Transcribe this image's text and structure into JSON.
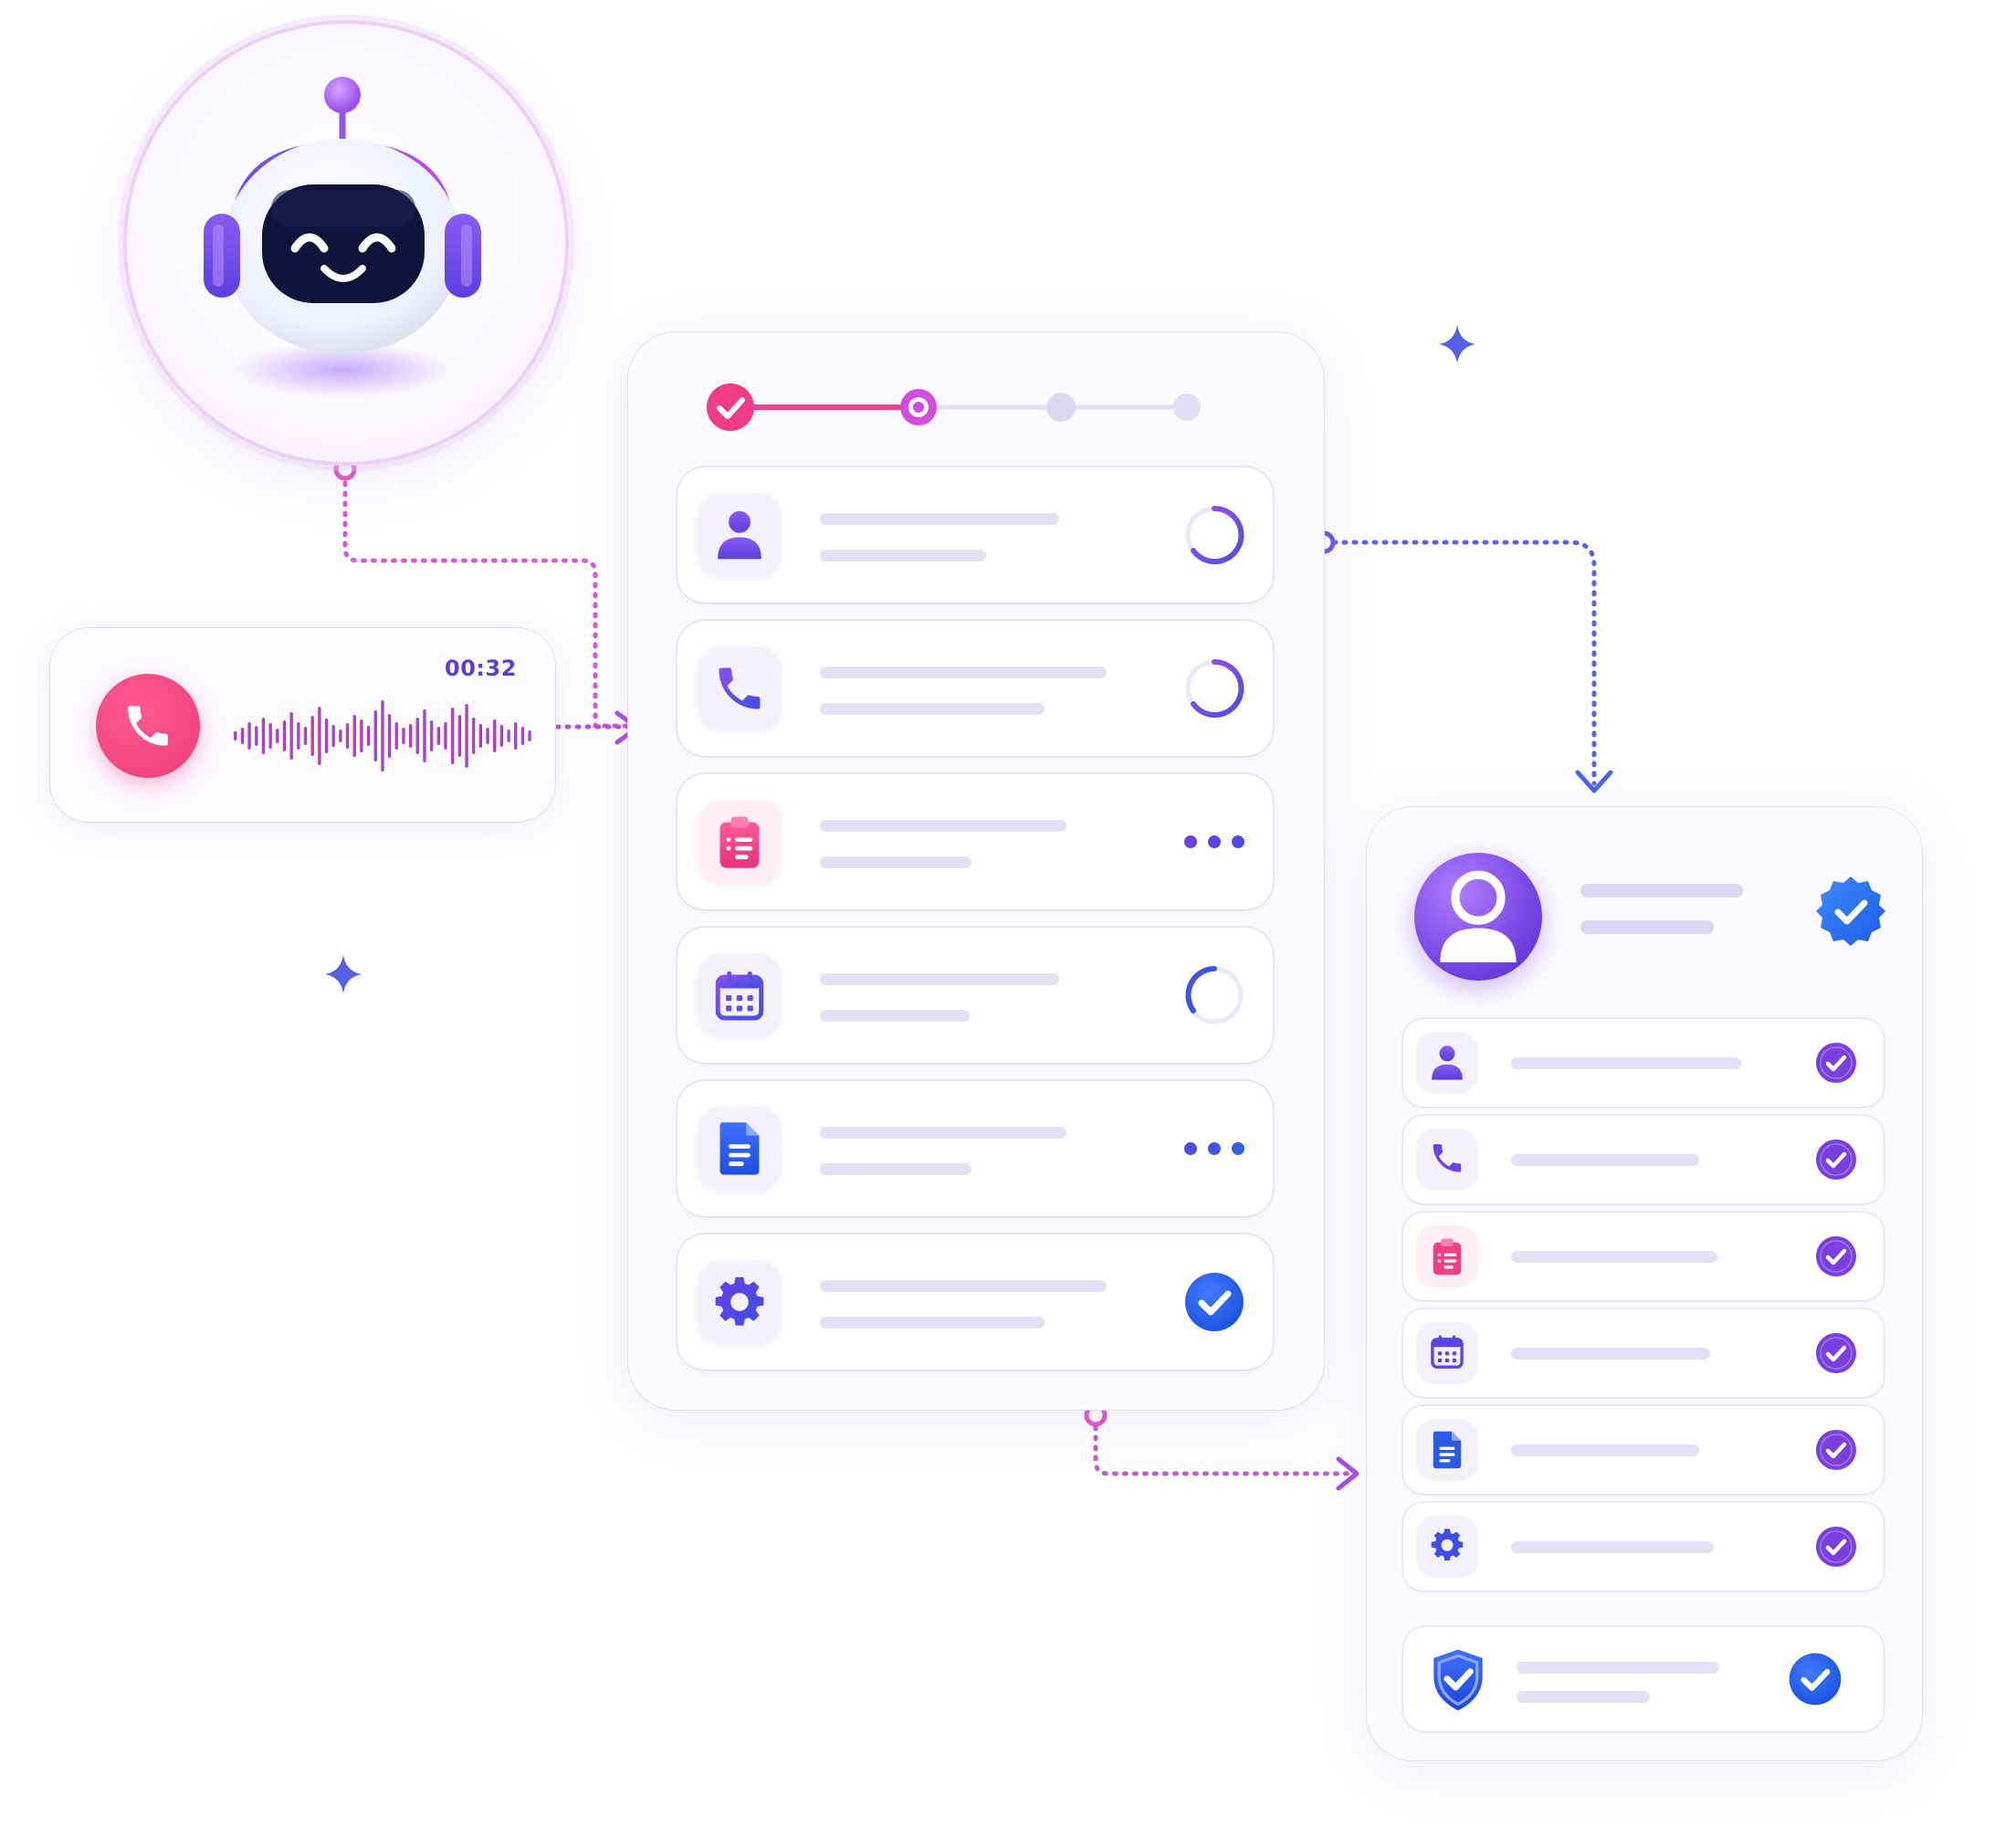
{
  "call": {
    "timer": "00:32",
    "icon": "phone-icon",
    "waveform_gradient": [
      "#ef3f8f",
      "#b33fe0",
      "#3b4fe8"
    ]
  },
  "robot": {
    "icon": "robot-headset-icon"
  },
  "stepper": {
    "steps_total": 4,
    "steps_completed": 1,
    "current_step": 2,
    "active_color": "#ee3f92",
    "inactive_color": "#dcd8f3"
  },
  "task_items": [
    {
      "icon": "user-icon",
      "status": "loading"
    },
    {
      "icon": "phone-icon",
      "status": "loading"
    },
    {
      "icon": "clipboard-icon",
      "status": "pending"
    },
    {
      "icon": "calendar-icon",
      "status": "loading"
    },
    {
      "icon": "document-icon",
      "status": "pending"
    },
    {
      "icon": "gear-icon",
      "status": "done"
    }
  ],
  "profile": {
    "avatar_icon": "user-avatar-icon",
    "badge_icon": "verified-badge-icon",
    "items": [
      {
        "icon": "user-icon",
        "status": "done"
      },
      {
        "icon": "phone-icon",
        "status": "done"
      },
      {
        "icon": "clipboard-icon",
        "status": "done"
      },
      {
        "icon": "calendar-icon",
        "status": "done"
      },
      {
        "icon": "document-icon",
        "status": "done"
      },
      {
        "icon": "gear-icon",
        "status": "done"
      }
    ],
    "security": {
      "icon": "shield-check-icon",
      "status": "done"
    }
  },
  "colors": {
    "primary_purple": "#6e3ee0",
    "pink": "#ec3b78",
    "blue": "#1f63e6",
    "violet_check": "#7a3fe0"
  }
}
